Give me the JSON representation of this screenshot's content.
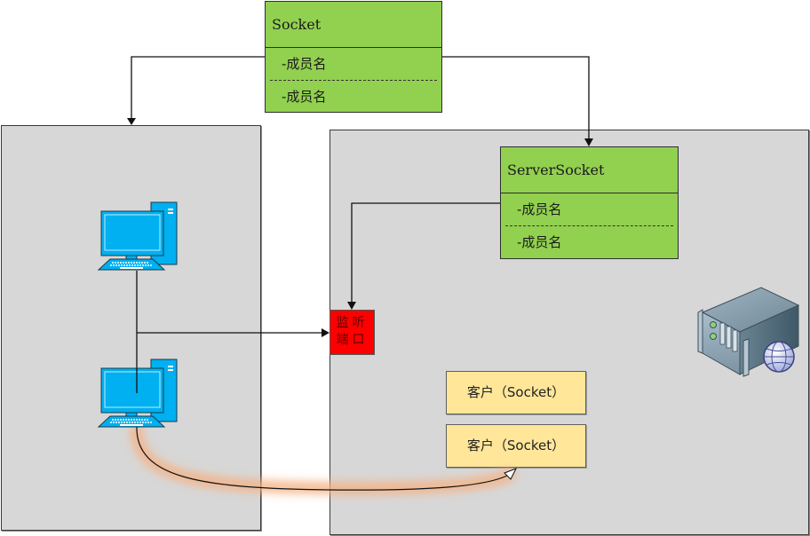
{
  "diagram": {
    "socket_class": {
      "name": "Socket",
      "members": [
        "-成员名",
        "-成员名"
      ]
    },
    "server_socket_class": {
      "name": "ServerSocket",
      "members": [
        "-成员名",
        "-成员名"
      ]
    },
    "listen_port": {
      "line1": "监听",
      "line2": "端口"
    },
    "clients": [
      {
        "label": "客户（Socket）"
      },
      {
        "label": "客户（Socket）"
      }
    ],
    "icons": {
      "client_computer_top": "desktop-computer-icon",
      "client_computer_bottom": "desktop-computer-icon",
      "server": "web-server-icon"
    },
    "colors": {
      "class_fill": "#92d050",
      "port_fill": "#ff0000",
      "client_fill": "#ffe699",
      "panel_fill": "#d7d7d7",
      "computer_blue": "#00b0f0",
      "glow": "#f4b183"
    }
  }
}
